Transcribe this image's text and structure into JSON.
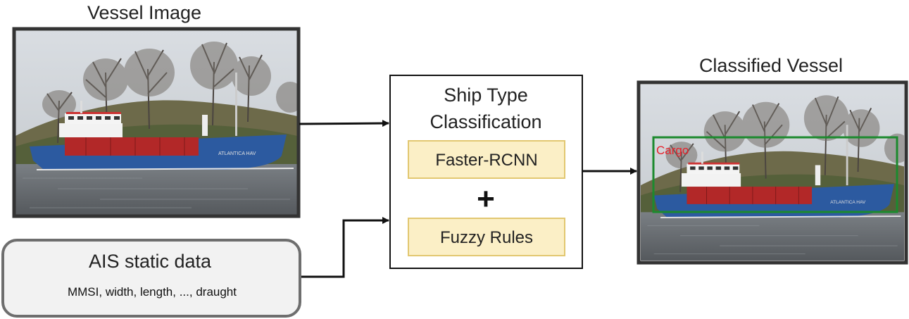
{
  "vessel_image": {
    "title": "Vessel Image",
    "hull_text": "ATLANTICA HAV"
  },
  "ais": {
    "title": "AIS static data",
    "fields": "MMSI, width, length, ..., draught"
  },
  "classifier": {
    "title_line1": "Ship Type",
    "title_line2": "Classification",
    "method1": "Faster-RCNN",
    "plus": "+",
    "method2": "Fuzzy Rules"
  },
  "result": {
    "title": "Classified Vessel",
    "label": "Cargo",
    "hull_text": "ATLANTICA HAV"
  },
  "colors": {
    "method_fill": "#fbefc6",
    "method_stroke": "#e2c770",
    "ais_fill": "#f2f2f2",
    "frame": "#333333",
    "bbox": "#1c8a2e",
    "label": "#e8202a",
    "hull_blue": "#2c5aa0",
    "hull_red": "#b22828"
  }
}
